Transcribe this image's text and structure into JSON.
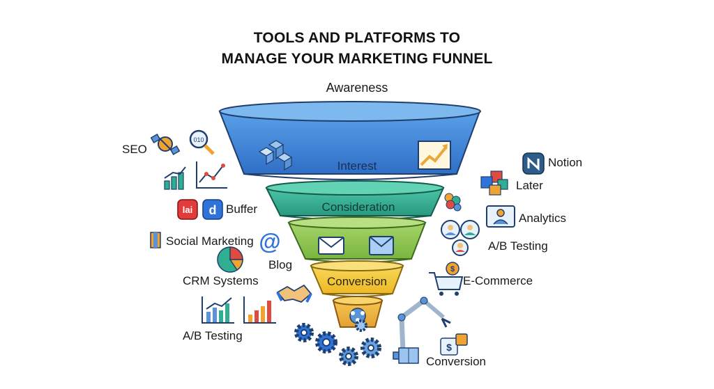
{
  "title_line1": "TOOLS AND PLATFORMS TO",
  "title_line2": "MANAGE YOUR MARKETING FUNNEL",
  "stages": {
    "awareness": "Awareness",
    "interest": "Interest",
    "consideration": "Consideration",
    "conversion": "Conversion"
  },
  "left_labels": {
    "seo": "SEO",
    "buffer": "Buffer",
    "social": "Social Marketing",
    "blog": "Blog",
    "crm": "CRM Systems",
    "ab_testing": "A/B Testing"
  },
  "right_labels": {
    "notion": "Notion",
    "later": "Later",
    "analytics": "Analytics",
    "ab_testing": "A/B Testing",
    "ecommerce": "E-Commerce",
    "conversion": "Conversion"
  },
  "colors": {
    "tier1": "#3f7fd2",
    "tier2": "#2fae91",
    "tier3": "#8cc44c",
    "tier4": "#f2c232",
    "tier5": "#e9a93a"
  }
}
